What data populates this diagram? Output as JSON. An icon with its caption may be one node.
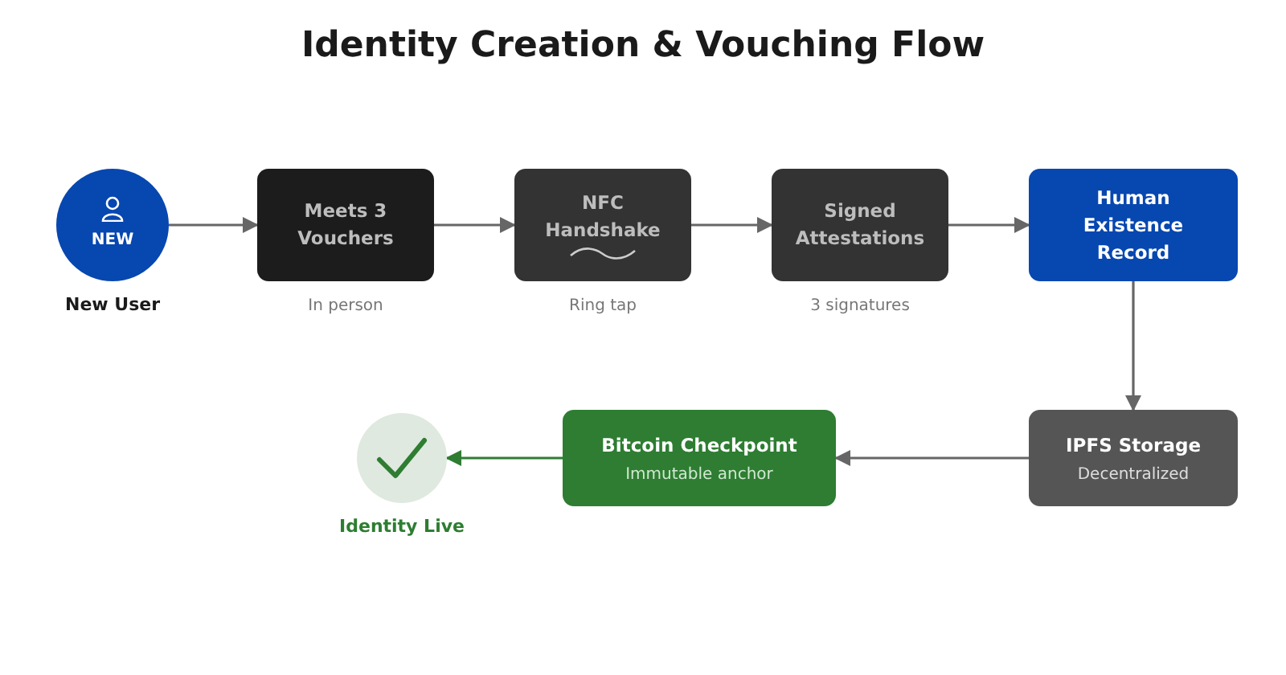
{
  "diagram": {
    "title": "Identity Creation & Vouching Flow",
    "nodes": [
      {
        "text": [
          "NEW"
        ],
        "beside": [
          "New User"
        ]
      },
      {
        "text": [
          "Meets 3 Vouchers"
        ],
        "beside": [
          "In person"
        ]
      },
      {
        "text": [
          "NFC Handshake"
        ],
        "beside": [
          "Ring tap"
        ]
      },
      {
        "text": [
          "Signed Attestations"
        ],
        "beside": [
          "3 signatures"
        ]
      },
      {
        "text": [
          "Human Existence Record"
        ]
      },
      {
        "text": [
          "IPFS Storage",
          "Decentralized"
        ]
      },
      {
        "text": [
          "Bitcoin Checkpoint",
          "Immutable anchor"
        ]
      },
      {
        "text": [],
        "shape": "circle",
        "beside": [
          "Identity Live"
        ]
      }
    ],
    "edges": [
      {
        "from": 0,
        "to": 1,
        "arrow": "to"
      },
      {
        "from": 1,
        "to": 2,
        "arrow": "to"
      },
      {
        "from": 2,
        "to": 3,
        "arrow": "to"
      },
      {
        "from": 3,
        "to": 4,
        "arrow": "to"
      },
      {
        "from": 4,
        "to": 5,
        "arrow": "to"
      },
      {
        "from": 5,
        "to": 6,
        "arrow": "to"
      },
      {
        "from": 6,
        "to": 7,
        "arrow": "to",
        "color": "#2e7d32"
      }
    ]
  }
}
